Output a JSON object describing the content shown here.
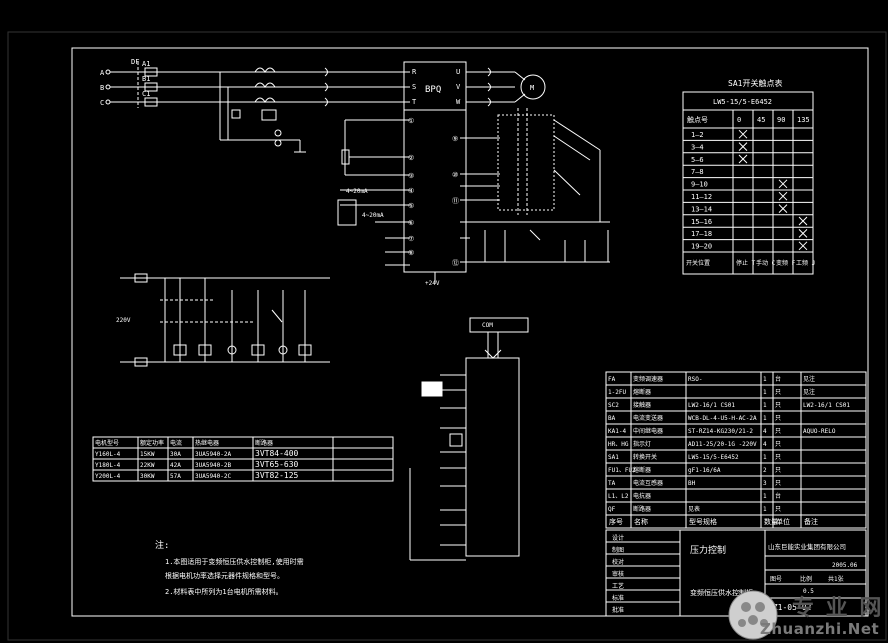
{
  "diagram": {
    "power_phases": [
      "A",
      "B",
      "C"
    ],
    "breaker_labels": [
      "DF",
      "A1",
      "B1",
      "C1"
    ],
    "vfd_label": "BPQ",
    "vfd_inputs": [
      "R",
      "S",
      "T"
    ],
    "vfd_outputs": [
      "U",
      "V",
      "W"
    ],
    "motor_label": "M",
    "terminal_numbers": [
      "①",
      "②",
      "③",
      "④",
      "⑤",
      "⑥",
      "⑦",
      "⑧",
      "⑨",
      "⑩",
      "⑪",
      "⑫"
    ],
    "signal_labels": [
      "4~20mA",
      "4~20mA"
    ],
    "supply_label": "+24V",
    "ctrl_voltage": "220V",
    "comms_label": "COM"
  },
  "sa1_table": {
    "title": "SA1开关触点表",
    "model": "LW5-15/5-E6452",
    "header": [
      "触点号",
      "0",
      "45",
      "90",
      "135"
    ],
    "rows": [
      {
        "contact": "1—2",
        "marks": [
          true,
          false,
          false,
          false
        ]
      },
      {
        "contact": "3—4",
        "marks": [
          true,
          false,
          false,
          false
        ]
      },
      {
        "contact": "5—6",
        "marks": [
          true,
          false,
          false,
          false
        ]
      },
      {
        "contact": "7—8",
        "marks": [
          false,
          false,
          false,
          false
        ]
      },
      {
        "contact": "9—10",
        "marks": [
          false,
          false,
          true,
          false
        ]
      },
      {
        "contact": "11—12",
        "marks": [
          false,
          false,
          true,
          false
        ]
      },
      {
        "contact": "13—14",
        "marks": [
          false,
          false,
          true,
          false
        ]
      },
      {
        "contact": "15—16",
        "marks": [
          false,
          false,
          false,
          true
        ]
      },
      {
        "contact": "17—18",
        "marks": [
          false,
          false,
          false,
          true
        ]
      },
      {
        "contact": "19—20",
        "marks": [
          false,
          false,
          false,
          true
        ]
      }
    ],
    "footer": [
      "开关位置",
      "停止 T",
      "手动 C",
      "变频 F",
      "工频 J"
    ]
  },
  "motor_table": {
    "headers": [
      "电机型号",
      "额定功率",
      "电流",
      "热继电器",
      "断路器"
    ],
    "rows": [
      [
        "Y160L-4",
        "15KW",
        "30A",
        "3UA5940-2A",
        "3VT84-400"
      ],
      [
        "Y180L-4",
        "22KW",
        "42A",
        "3UA5940-2B",
        "3VT65-630"
      ],
      [
        "Y200L-4",
        "30KW",
        "57A",
        "3UA5940-2C",
        "3VT82-125"
      ]
    ]
  },
  "notes": {
    "title": "注:",
    "lines": [
      "1.本图适用于变频恒压供水控制柜,使用时需",
      "  根据电机功率选择元器件规格和型号。",
      "2.材料表中所列为1台电机所需材料。"
    ]
  },
  "bom": {
    "rows": [
      [
        "FA",
        "变频调速器",
        "RSO-",
        "1",
        "台",
        "见注"
      ],
      [
        "1-2FU",
        "熔断器",
        "",
        "1",
        "只",
        "见注"
      ],
      [
        "SC2",
        "接触器",
        "LW2-16/1 CS01",
        "1",
        "只",
        "LW2-16/1 CS01"
      ],
      [
        "BA",
        "电流变送器",
        "WCB-DL-4-U5-H-AC-2A",
        "1",
        "只",
        ""
      ],
      [
        "KA1-4",
        "中间继电器",
        "ST-RZ14-KG230/21-2",
        "4",
        "只",
        "AQUO-RELO"
      ],
      [
        "HR、HG",
        "指示灯",
        "AD11-25/20-1G -220V",
        "4",
        "只",
        ""
      ],
      [
        "SA1",
        "转换开关",
        "LW5-15/5-E6452",
        "1",
        "只",
        ""
      ],
      [
        "FU1、FU2",
        "熔断器",
        "gF1-16/6A",
        "2",
        "只",
        ""
      ],
      [
        "TA",
        "电流互感器",
        "BH",
        "3",
        "只",
        ""
      ],
      [
        "L1、L2",
        "电抗器",
        "",
        "1",
        "台",
        ""
      ],
      [
        "QF",
        "断路器",
        "见表",
        "1",
        "只",
        ""
      ]
    ],
    "header": [
      "序号",
      "名称",
      "型号规格",
      "数量",
      "单位",
      "备注"
    ]
  },
  "title_block": {
    "project_title": "变频恒压供水控制柜",
    "sheet_title": "压力控制",
    "company": "山东巨能实业集团有限公司",
    "date": "2005.06",
    "scale": "0.5",
    "drawing_no": "YZ1-05-02",
    "row_labels": [
      "设计",
      "制图",
      "校对",
      "审核",
      "工艺",
      "标准",
      "批准"
    ],
    "fields": [
      "图号",
      "比例",
      "共1张"
    ]
  },
  "watermark": {
    "site": "Zhuanzhi.Net",
    "cn": "专 业 网"
  }
}
